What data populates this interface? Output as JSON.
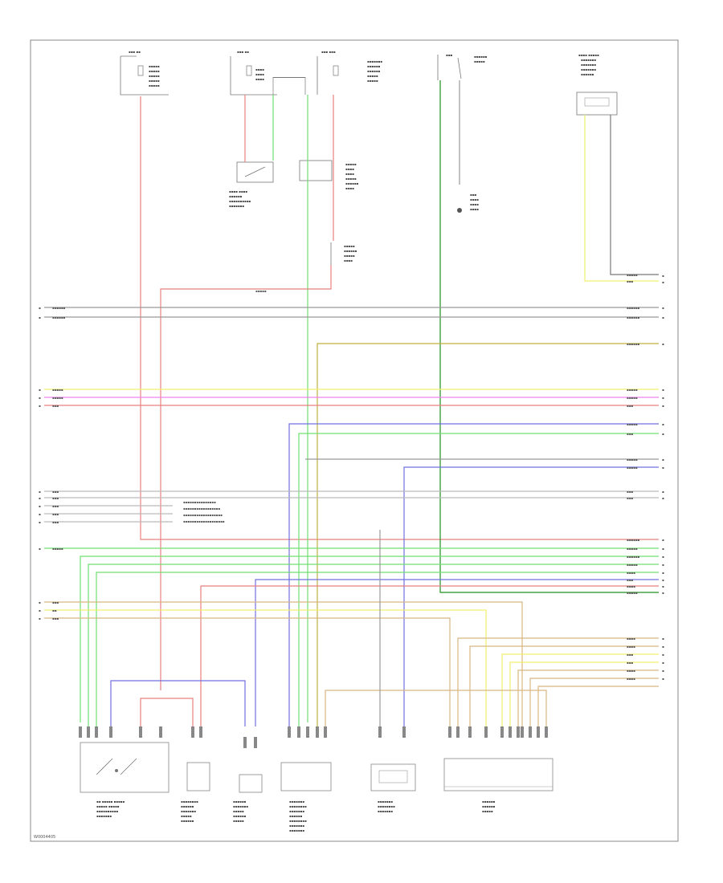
{
  "footer": {
    "code": "W0004405"
  },
  "colors": {
    "red": "#e88080",
    "pink": "#f0a0a0",
    "green": "#70e070",
    "blue": "#7070e0",
    "yellow": "#f0f070",
    "gray": "#999999",
    "dark_green": "#209020",
    "olive": "#c0b040",
    "tan": "#d8b880",
    "magenta": "#f080f0",
    "lime": "#a0e040"
  },
  "components": [
    {
      "id": "fuse_top_left",
      "icon": "fuse-box-icon"
    },
    {
      "id": "fuse_top_mid",
      "icon": "fuse-box-icon"
    },
    {
      "id": "fuse_top_right",
      "icon": "fuse-box-icon"
    },
    {
      "id": "ignition_switch",
      "icon": "switch-icon"
    },
    {
      "id": "combination_meter",
      "icon": "meter-icon"
    },
    {
      "id": "stop_lamp_switch",
      "icon": "switch-icon"
    },
    {
      "id": "clutch_relay",
      "icon": "relay-icon"
    },
    {
      "id": "ecm_connector",
      "icon": "connector-icon"
    },
    {
      "id": "cruise_switch",
      "icon": "switch-icon"
    },
    {
      "id": "sensor_left",
      "icon": "sensor-icon"
    },
    {
      "id": "sensor_mid",
      "icon": "sensor-icon"
    },
    {
      "id": "module_mid",
      "icon": "module-icon"
    },
    {
      "id": "sensor_right",
      "icon": "sensor-icon"
    },
    {
      "id": "ecm_block",
      "icon": "module-icon"
    }
  ]
}
